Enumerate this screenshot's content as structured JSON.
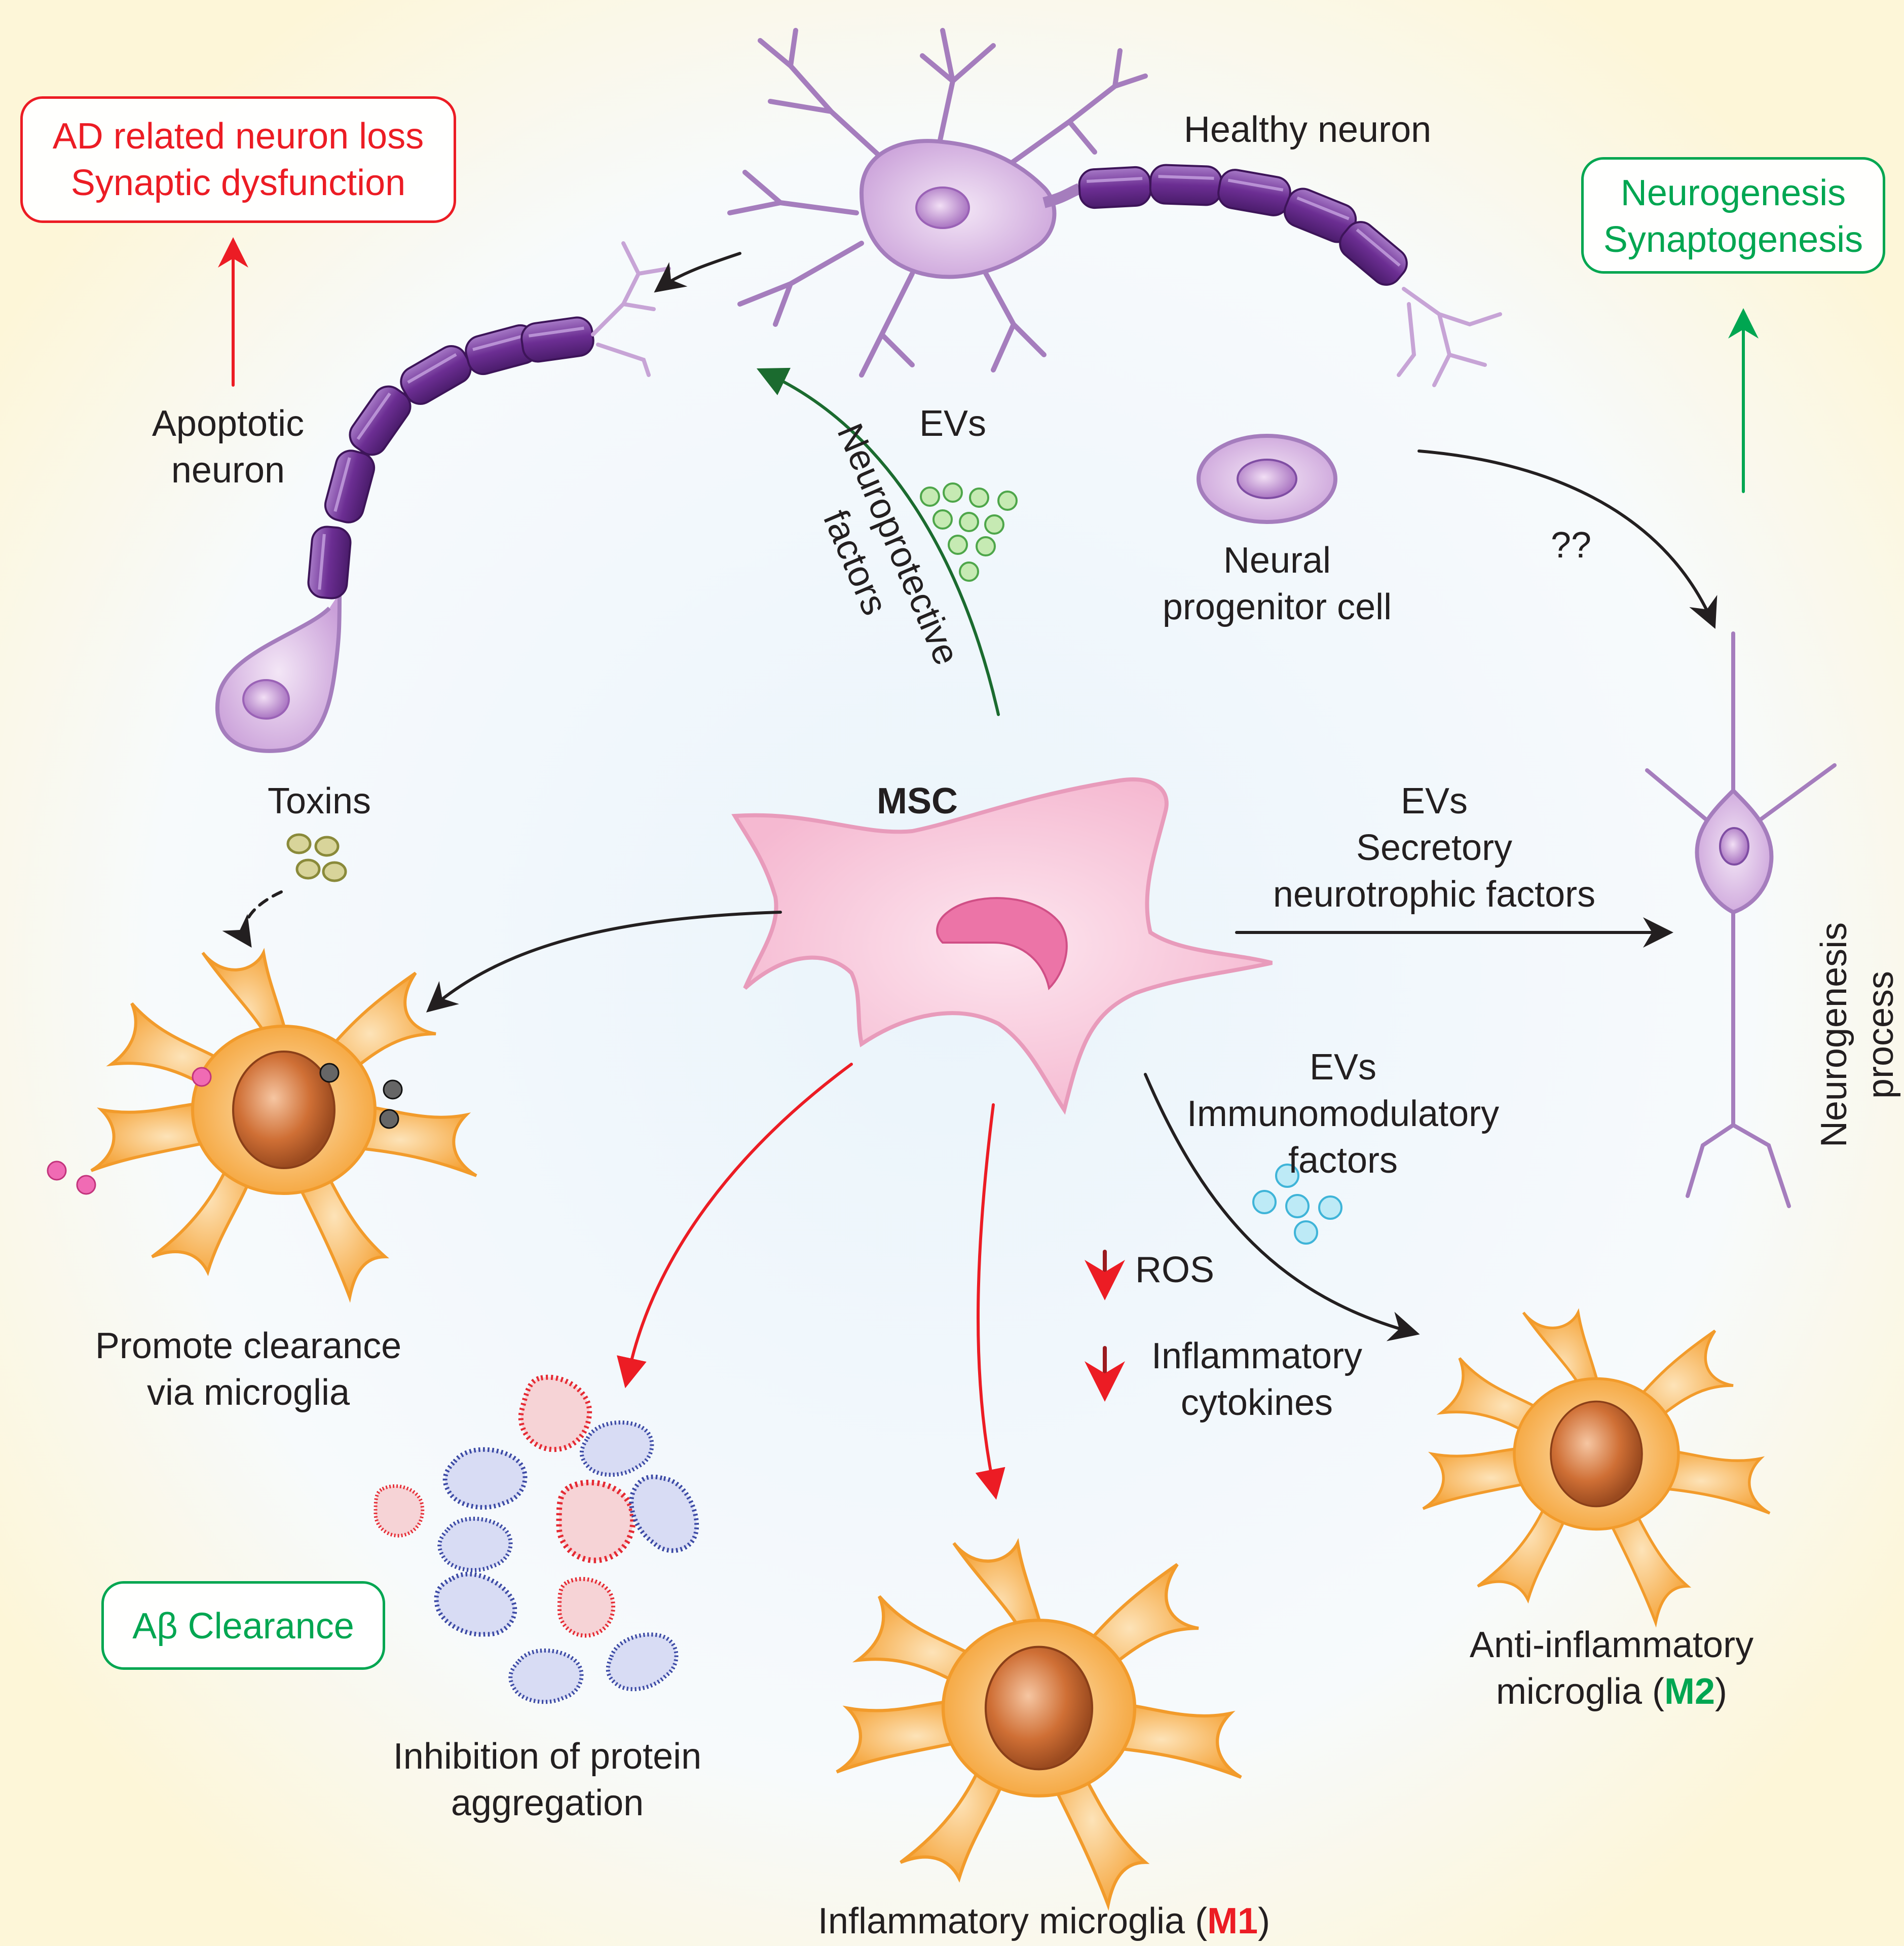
{
  "labels": {
    "ad_box": [
      "AD related neuron loss",
      "Synaptic dysfunction"
    ],
    "healthy_neuron": "Healthy neuron",
    "neuro_box": [
      "Neurogenesis",
      "Synaptogenesis"
    ],
    "apoptotic_neuron": [
      "Apoptotic",
      "neuron"
    ],
    "evs_top": "EVs",
    "neuroprotective": [
      "Neuroprotective",
      "factors"
    ],
    "neural_progenitor": [
      "Neural",
      "progenitor cell"
    ],
    "question": "??",
    "toxins": "Toxins",
    "msc": "MSC",
    "secretory": [
      "EVs",
      "Secretory",
      "neurotrophic factors"
    ],
    "neurogenesis_process": [
      "Neurogenesis",
      "process"
    ],
    "immunomodulatory": [
      "EVs",
      "Immunomodulatory",
      "factors"
    ],
    "ros": "ROS",
    "inflammatory_cytokines": [
      "Inflammatory",
      "cytokines"
    ],
    "promote_clearance": [
      "Promote clearance",
      "via microglia"
    ],
    "ab_clearance": "Aβ Clearance",
    "inhibition": [
      "Inhibition of protein",
      "aggregation"
    ],
    "anti_inflammatory": [
      "Anti-inflammatory",
      "microglia ("
    ],
    "m2": "M2",
    "inflammatory_microglia": "Inflammatory microglia (",
    "m1": "M1",
    "close_paren": ")"
  },
  "colors": {
    "red_text": "#ec1c24",
    "green_text": "#00a651",
    "neuron_body": "#d9b3e6",
    "axon_segment": "#7b3fa0",
    "microglia": "#f7a941",
    "msc": "#f8c9dc",
    "msc_nucleus": "#e8679f"
  },
  "icons": [
    "healthy-neuron-icon",
    "apoptotic-neuron-icon",
    "neural-progenitor-cell-icon",
    "msc-cell-icon",
    "microglia-icon",
    "protein-aggregate-icon",
    "ev-vesicle-icon"
  ]
}
